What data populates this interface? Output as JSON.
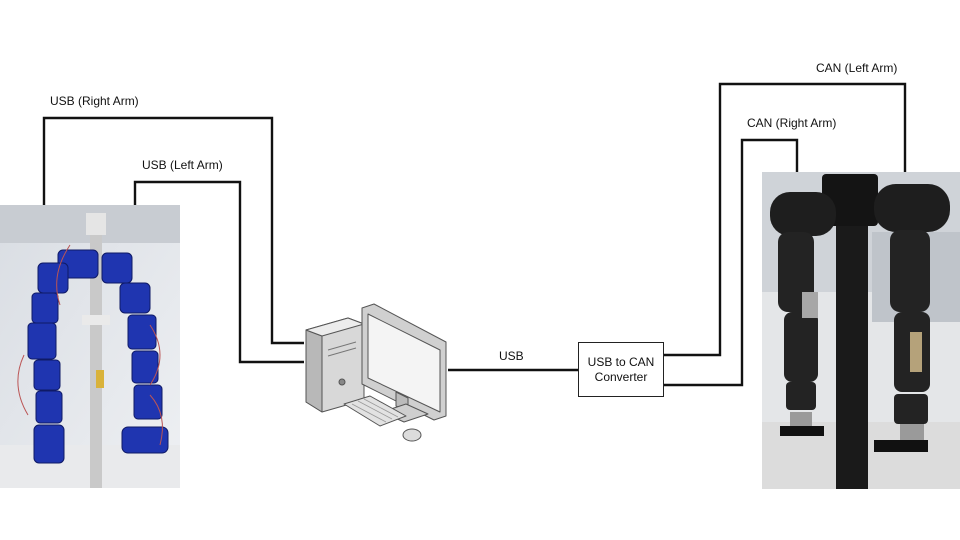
{
  "labels": {
    "usb_right_arm": "USB (Right Arm)",
    "usb_left_arm": "USB (Left Arm)",
    "usb": "USB",
    "can_left_arm": "CAN (Left Arm)",
    "can_right_arm": "CAN (Right Arm)"
  },
  "converter": {
    "line1": "USB to CAN",
    "line2": "Converter"
  },
  "colors": {
    "line": "#111111",
    "left_robot_parts": "#1f35b0",
    "right_robot_parts": "#1c1c1c"
  },
  "icons": {
    "computer": "desktop-computer-icon",
    "left_photo": "blue-robot-arms-photo",
    "right_photo": "black-robot-arms-photo"
  }
}
